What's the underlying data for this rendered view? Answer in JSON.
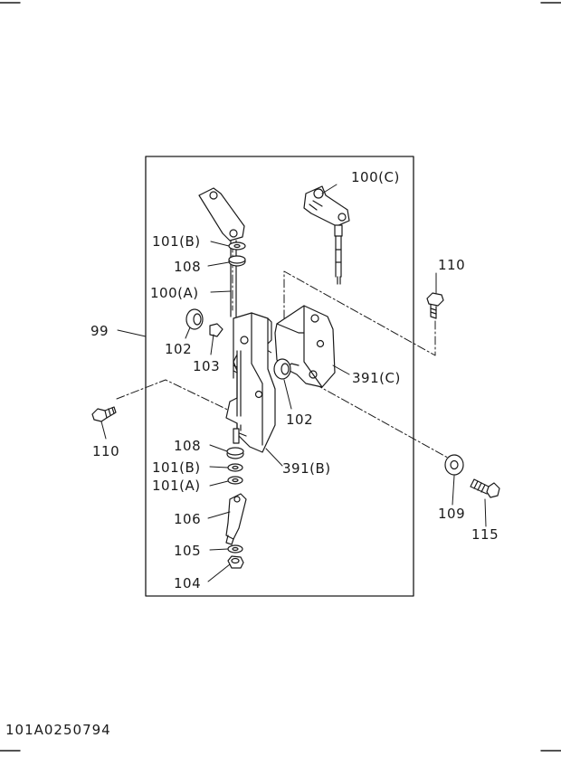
{
  "diagram": {
    "document_code": "101A0250794",
    "callouts": {
      "c100c": "100(C)",
      "c110_right": "110",
      "c101b_top": "101(B)",
      "c108_top": "108",
      "c100a": "100(A)",
      "c99": "99",
      "c102_left": "102",
      "c103": "103",
      "c391c": "391(C)",
      "c102_right": "102",
      "c110_left": "110",
      "c108_bottom": "108",
      "c101b_bottom": "101(B)",
      "c391b": "391(B)",
      "c101a": "101(A)",
      "c106": "106",
      "c109": "109",
      "c115": "115",
      "c105": "105",
      "c104": "104"
    }
  }
}
